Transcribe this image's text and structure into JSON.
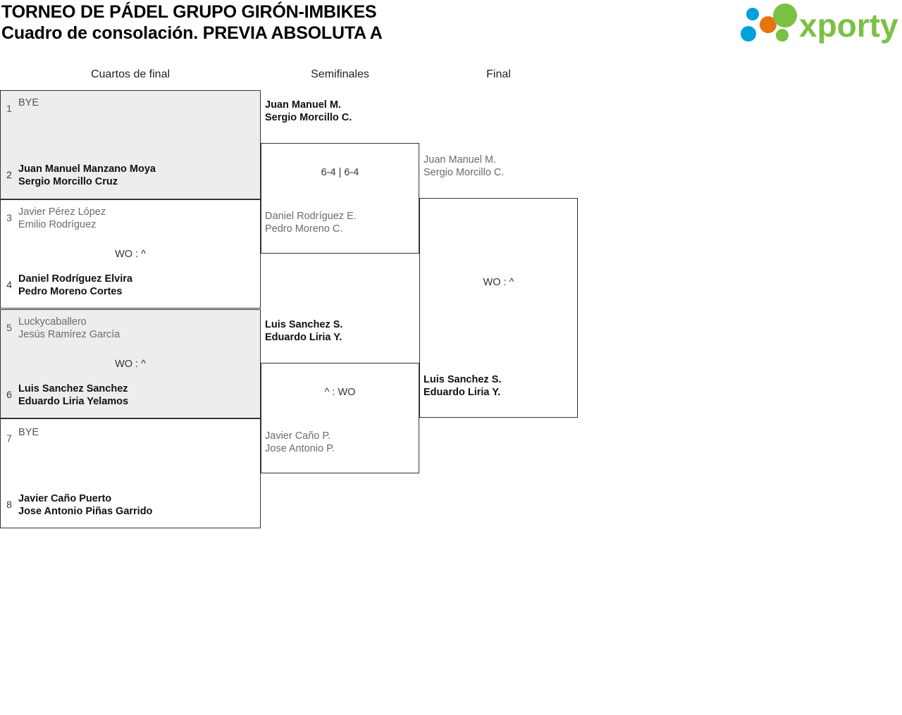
{
  "header": {
    "title_line1": "TORNEO DE PÁDEL GRUPO GIRÓN-IMBIKES",
    "title_line2": "Cuadro de consolación. PREVIA ABSOLUTA A",
    "logo_text": "xporty",
    "logo_colors": {
      "green": "#7ac143",
      "blue": "#00a0df",
      "orange": "#e8720c"
    }
  },
  "rounds": [
    {
      "label": "Cuartos de final"
    },
    {
      "label": "Semifinales"
    },
    {
      "label": "Final"
    }
  ],
  "quarterfinals": [
    {
      "score": "",
      "top": {
        "seed": "1",
        "line1": "BYE",
        "line2": "",
        "state": "bye"
      },
      "bottom": {
        "seed": "2",
        "line1": "Juan Manuel Manzano Moya",
        "line2": "Sergio Morcillo Cruz",
        "state": "winner"
      }
    },
    {
      "score": "WO : ^",
      "top": {
        "seed": "3",
        "line1": "Javier Pérez López",
        "line2": "Emilio Rodríguez",
        "state": "loser"
      },
      "bottom": {
        "seed": "4",
        "line1": "Daniel Rodríguez Elvira",
        "line2": "Pedro Moreno Cortes",
        "state": "winner"
      }
    },
    {
      "score": "WO : ^",
      "top": {
        "seed": "5",
        "line1": "Luckycaballero",
        "line2": "Jesús Ramírez García",
        "state": "loser"
      },
      "bottom": {
        "seed": "6",
        "line1": "Luis Sanchez Sanchez",
        "line2": "Eduardo Liria Yelamos",
        "state": "winner"
      }
    },
    {
      "score": "",
      "top": {
        "seed": "7",
        "line1": "BYE",
        "line2": "",
        "state": "bye"
      },
      "bottom": {
        "seed": "8",
        "line1": "Javier Caño Puerto",
        "line2": "Jose Antonio Piñas Garrido",
        "state": "winner"
      }
    }
  ],
  "semifinals": [
    {
      "score": "6-4 | 6-4",
      "top": {
        "line1": "Juan Manuel M.",
        "line2": "Sergio Morcillo C.",
        "state": "winner"
      },
      "bottom": {
        "line1": "Daniel Rodríguez E.",
        "line2": "Pedro Moreno C.",
        "state": "loser"
      }
    },
    {
      "score": "^ : WO",
      "top": {
        "line1": "Luis Sanchez S.",
        "line2": "Eduardo Liria Y.",
        "state": "winner"
      },
      "bottom": {
        "line1": "Javier Caño P.",
        "line2": "Jose Antonio P.",
        "state": "loser"
      }
    }
  ],
  "final": {
    "score": "WO : ^",
    "top": {
      "line1": "Juan Manuel M.",
      "line2": "Sergio Morcillo C.",
      "state": "loser"
    },
    "bottom": {
      "line1": "Luis Sanchez S.",
      "line2": "Eduardo Liria Y.",
      "state": "winner"
    }
  }
}
